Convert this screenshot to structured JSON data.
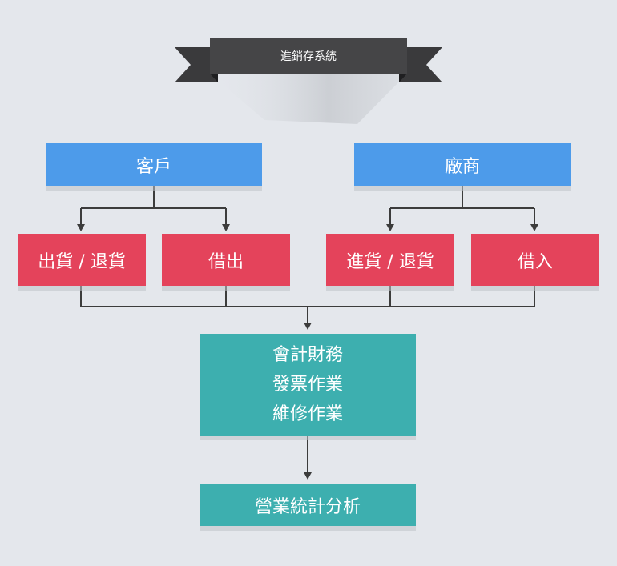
{
  "banner": {
    "title": "進銷存系統"
  },
  "nodes": {
    "customer": "客戶",
    "vendor": "廠商",
    "ship_return": "出貨 / 退貨",
    "lend_out": "借出",
    "purchase_return": "進貨 / 退貨",
    "borrow_in": "借入",
    "operations": [
      "會計財務",
      "發票作業",
      "維修作業"
    ],
    "analytics": "營業統計分析"
  },
  "colors": {
    "background": "#e4e7ec",
    "source": "#4d9bea",
    "transaction": "#e4435b",
    "process": "#3dafaf",
    "banner": "#3a3a3c",
    "connector": "#3c3c3c"
  }
}
